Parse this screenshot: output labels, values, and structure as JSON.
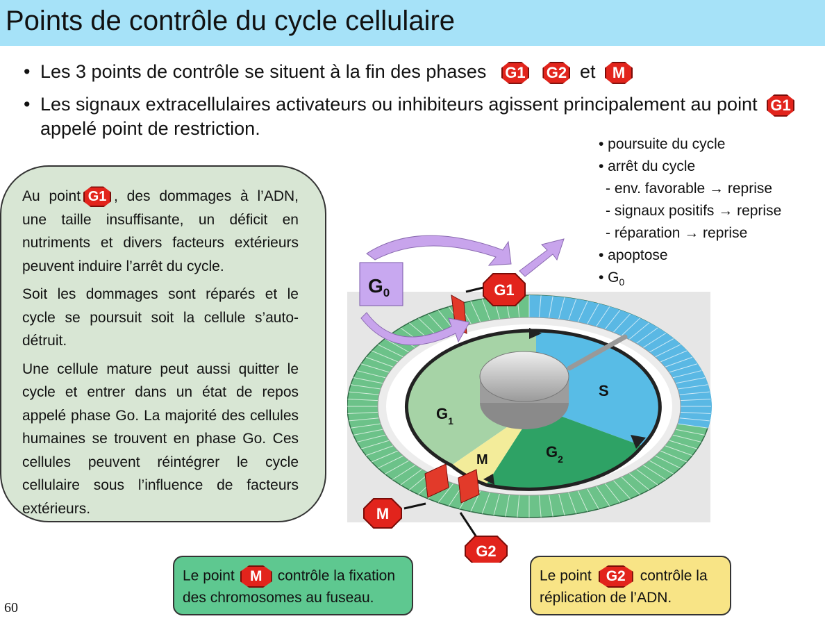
{
  "title": "Points de contrôle du cycle cellulaire",
  "bullets": {
    "b1_text": "Les 3 points de contrôle se situent à la fin des phases",
    "b1_and": "et",
    "b2_text": "Les signaux extracellulaires activateurs ou inhibiteurs agissent principalement au point",
    "b2_cont": "appelé point de restriction."
  },
  "badges": {
    "g1": "G1",
    "g2": "G2",
    "m": "M"
  },
  "outcomes": {
    "continue": "• poursuite du cycle",
    "stop": "• arrêt du cycle",
    "sub1": "-   env. favorable → reprise",
    "sub2": "-   signaux positifs → reprise",
    "sub3": "-   réparation → reprise",
    "apoptosis": "• apoptose",
    "g0_prefix": "• G",
    "g0_sub": "0"
  },
  "left_box": {
    "p1_a": "Au point",
    "p1_b": ", des dommages à l’ADN, une taille insuffisante, un déficit en nutriments et divers facteurs extérieurs peuvent induire l’arrêt du cycle.",
    "p2": "Soit les dommages sont réparés et le cycle se poursuit soit la cellule s’auto-détruit.",
    "p3": "Une cellule mature peut aussi quitter le cycle et entrer dans un état de repos appelé phase Go. La majorité des cellules humaines se trouvent en phase Go. Ces cellules peuvent réintégrer le cycle cellulaire sous l’influence de facteurs extérieurs."
  },
  "diagram": {
    "g0_label": "G",
    "g0_sub": "0",
    "phase_g1": "G",
    "phase_g1_sub": "1",
    "phase_s": "S",
    "phase_g2": "G",
    "phase_g2_sub": "2",
    "phase_m": "M"
  },
  "bottom_m": {
    "a": "Le point",
    "b": "contrôle la fixation",
    "c": "des chromosomes au fuseau."
  },
  "bottom_g2": {
    "a": "Le point",
    "b": "contrôle la",
    "c": "réplication de l’ADN."
  },
  "page_number": "60",
  "colors": {
    "title_bg": "#a6e2f8",
    "badge": "#e2241c",
    "left_box": "#d8e6d4",
    "m_box": "#5ec890",
    "g2_box": "#f8e486",
    "g0_box": "#c8a8f0"
  }
}
